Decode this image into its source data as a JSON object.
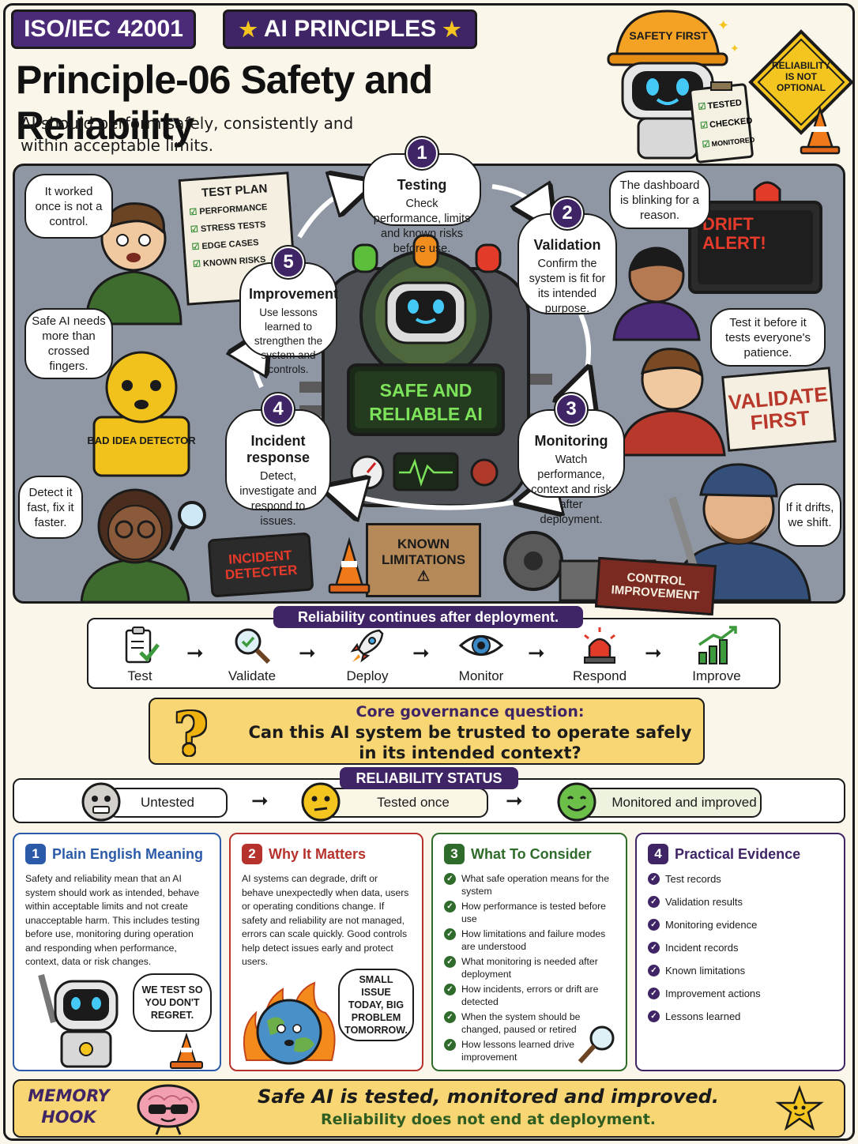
{
  "header": {
    "badge_standard": "ISO/IEC 42001",
    "badge_category": "AI PRINCIPLES",
    "title": "Principle-06 Safety and Reliability",
    "subtitle": "AI should perform safely, consistently and within acceptable limits."
  },
  "mascot": {
    "helmet_text": "SAFETY FIRST",
    "clipboard_items": [
      "TESTED",
      "CHECKED",
      "MONITORED"
    ],
    "warning_sign": "RELIABILITY IS NOT OPTIONAL"
  },
  "scene": {
    "test_plan": {
      "title": "TEST PLAN",
      "items": [
        "PERFORMANCE",
        "STRESS TESTS",
        "EDGE CASES",
        "KNOWN RISKS"
      ]
    },
    "machine_screen": "SAFE AND RELIABLE AI",
    "drift_alert": "DRIFT ALERT!",
    "validate_sign": "VALIDATE FIRST",
    "bad_idea_sign": "BAD IDEA DETECTOR",
    "incident_sign": "INCIDENT DETECTER",
    "known_limitations_box": "KNOWN LIMITATIONS",
    "control_box": "CONTROL IMPROVEMENT",
    "quotes": [
      "It worked once is not a control.",
      "Safe AI needs more than crossed fingers.",
      "Detect it fast, fix it faster.",
      "The dashboard is blinking for a reason.",
      "Test it before it tests everyone's patience.",
      "If it drifts, we shift."
    ],
    "steps": [
      {
        "num": "1",
        "title": "Testing",
        "desc": "Check performance, limits and known risks before use."
      },
      {
        "num": "2",
        "title": "Validation",
        "desc": "Confirm the system is fit for its intended purpose."
      },
      {
        "num": "3",
        "title": "Monitoring",
        "desc": "Watch performance, context and risk after deployment."
      },
      {
        "num": "4",
        "title": "Incident response",
        "desc": "Detect, investigate and respond to issues."
      },
      {
        "num": "5",
        "title": "Improvement",
        "desc": "Use lessons learned to strengthen the system and controls."
      }
    ]
  },
  "flow": {
    "banner": "Reliability continues after deployment.",
    "items": [
      "Test",
      "Validate",
      "Deploy",
      "Monitor",
      "Respond",
      "Improve"
    ]
  },
  "question": {
    "heading": "Core governance question:",
    "text": "Can this AI system be trusted to operate safely in its intended context?"
  },
  "status": {
    "banner": "RELIABILITY STATUS",
    "levels": [
      "Untested",
      "Tested once",
      "Monitored and improved"
    ]
  },
  "cards": [
    {
      "num": "1",
      "title": "Plain English Meaning",
      "color": "#2a5aa8",
      "body": "Safety and reliability mean that an AI system should work as intended, behave within acceptable limits and not create unacceptable harm. This includes testing before use, monitoring during operation and responding when performance, context, data or risk changes.",
      "bubble": "WE TEST SO YOU DON'T REGRET."
    },
    {
      "num": "2",
      "title": "Why It Matters",
      "color": "#b6322c",
      "body": "AI systems can degrade, drift or behave unexpectedly when data, users or operating conditions change. If safety and reliability are not managed, errors can scale quickly. Good controls help detect issues early and protect users.",
      "bubble": "SMALL ISSUE TODAY, BIG PROBLEM TOMORROW."
    },
    {
      "num": "3",
      "title": "What To Consider",
      "color": "#2f6b2a",
      "items": [
        "What safe operation means for the system",
        "How performance is tested before use",
        "How limitations and failure modes are understood",
        "What monitoring is needed after deployment",
        "How incidents, errors or drift are detected",
        "When the system should be changed, paused or retired",
        "How lessons learned drive improvement"
      ]
    },
    {
      "num": "4",
      "title": "Practical Evidence",
      "color": "#3f2566",
      "items": [
        "Test records",
        "Validation results",
        "Monitoring evidence",
        "Incident records",
        "Known limitations",
        "Improvement actions",
        "Lessons learned"
      ]
    }
  ],
  "memory": {
    "label": "MEMORY HOOK",
    "title": "Safe AI is tested, monitored and improved.",
    "subtitle": "Reliability does not end at deployment."
  }
}
